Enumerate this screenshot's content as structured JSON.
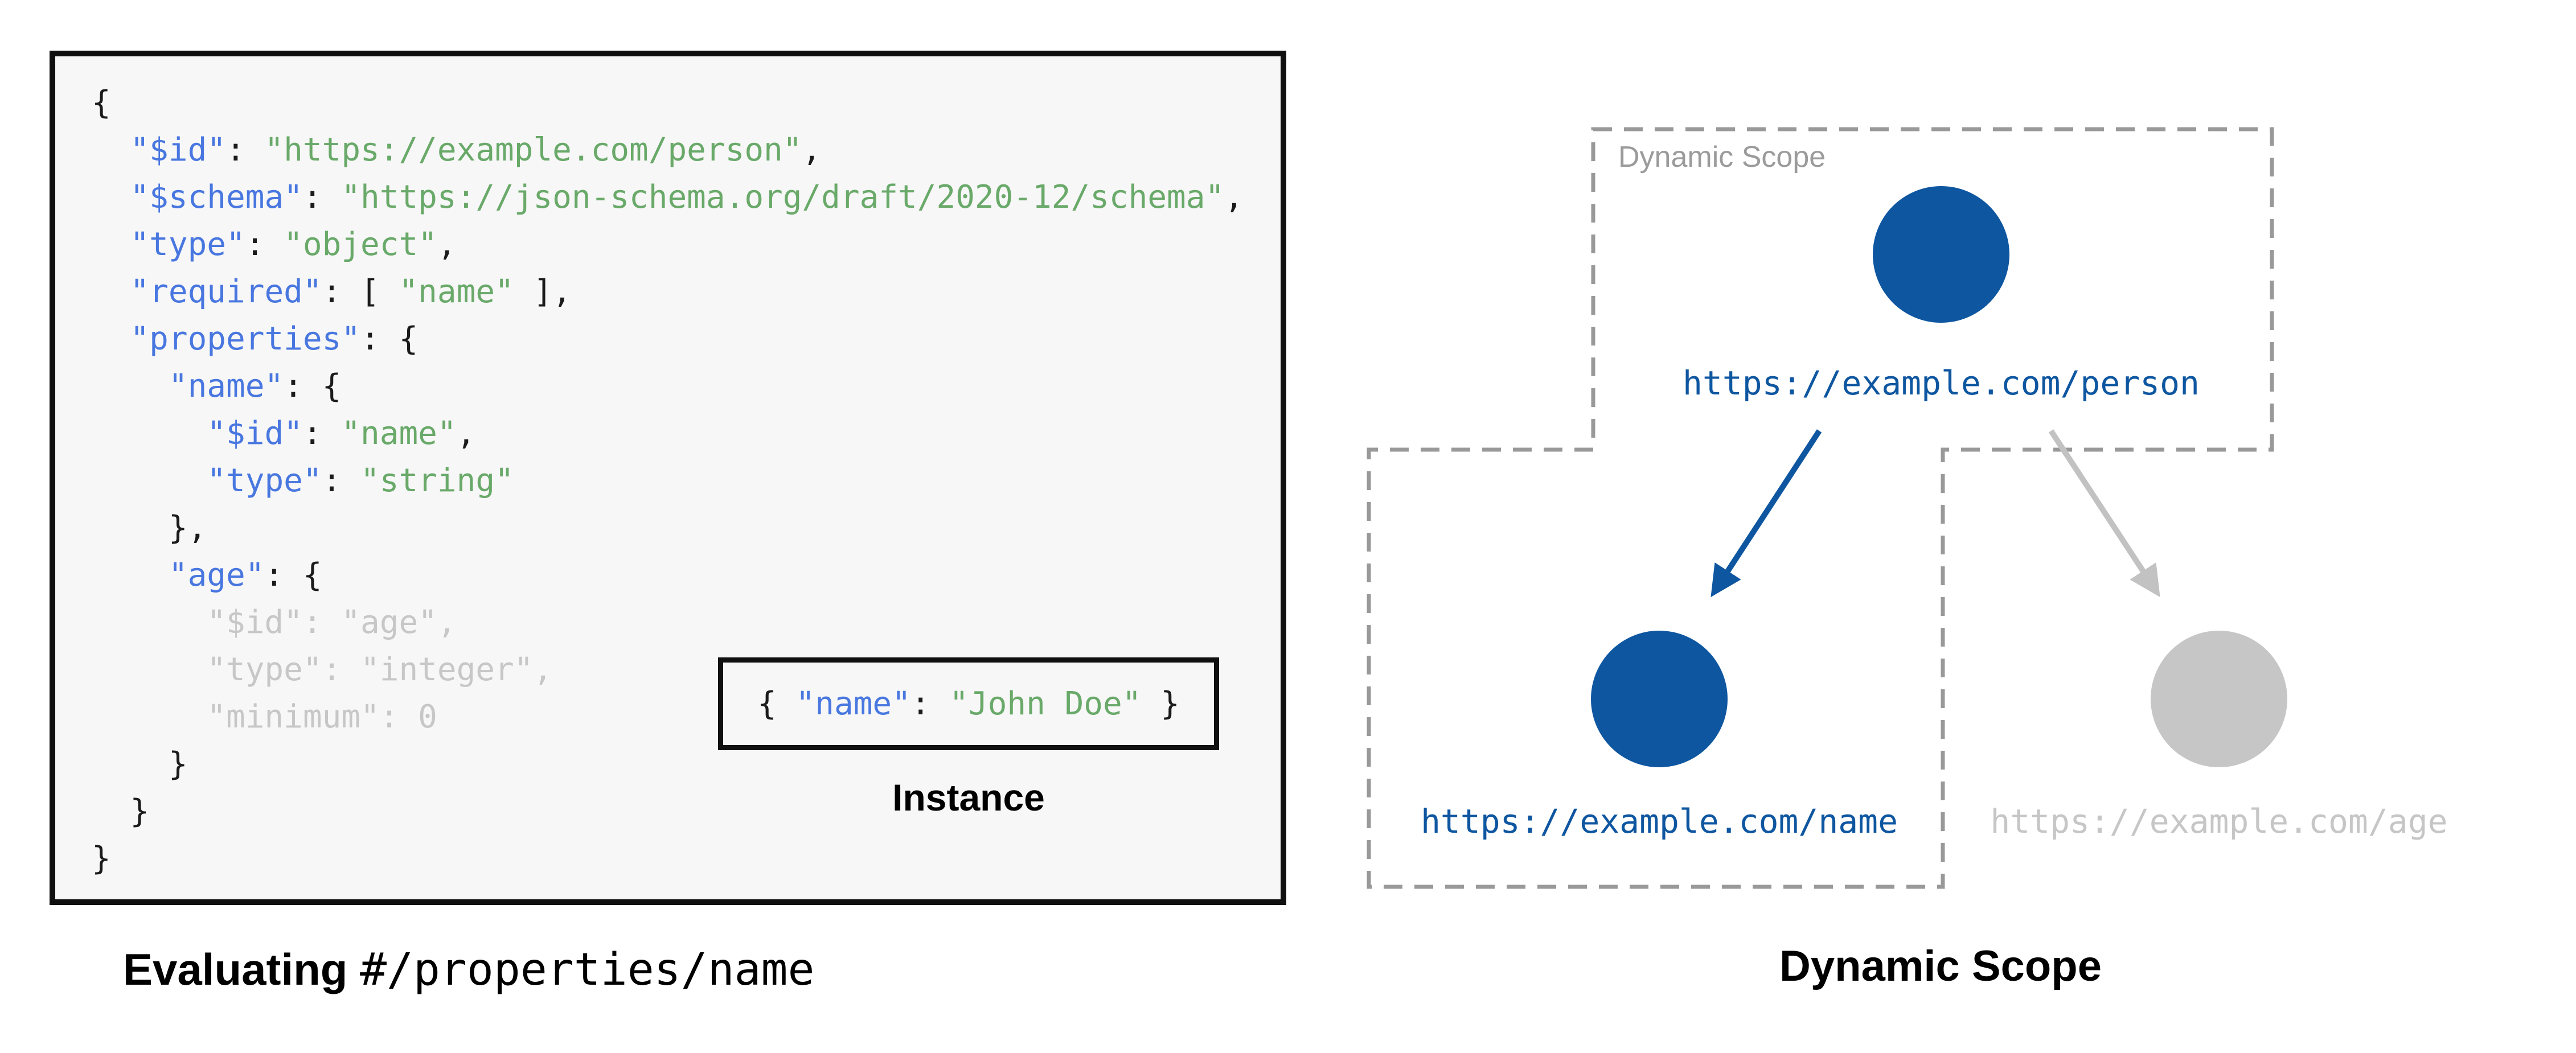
{
  "palette": {
    "background": "#ffffff",
    "panel_bg": "#f7f7f7",
    "panel_border": "#101010",
    "code_plain": "#1b1b1b",
    "code_key": "#4977e0",
    "code_string": "#69a969",
    "code_muted": "#c7c7c7",
    "scope_dash": "#999999",
    "scope_label": "#9b9b9b",
    "node_blue": "#0e56a0",
    "node_gray": "#c6c6c6",
    "arrow_blue": "#0e56a0",
    "arrow_gray": "#c2c2c2",
    "caption": "#000000"
  },
  "schema_panel": {
    "code_lines": [
      [
        {
          "c": "p",
          "t": "{"
        }
      ],
      [
        {
          "c": "p",
          "t": "  "
        },
        {
          "c": "k",
          "t": "\"$id\""
        },
        {
          "c": "p",
          "t": ": "
        },
        {
          "c": "s",
          "t": "\"https://example.com/person\""
        },
        {
          "c": "p",
          "t": ","
        }
      ],
      [
        {
          "c": "p",
          "t": "  "
        },
        {
          "c": "k",
          "t": "\"$schema\""
        },
        {
          "c": "p",
          "t": ": "
        },
        {
          "c": "s",
          "t": "\"https://json-schema.org/draft/2020-12/schema\""
        },
        {
          "c": "p",
          "t": ","
        }
      ],
      [
        {
          "c": "p",
          "t": "  "
        },
        {
          "c": "k",
          "t": "\"type\""
        },
        {
          "c": "p",
          "t": ": "
        },
        {
          "c": "s",
          "t": "\"object\""
        },
        {
          "c": "p",
          "t": ","
        }
      ],
      [
        {
          "c": "p",
          "t": "  "
        },
        {
          "c": "k",
          "t": "\"required\""
        },
        {
          "c": "p",
          "t": ": [ "
        },
        {
          "c": "s",
          "t": "\"name\""
        },
        {
          "c": "p",
          "t": " ],"
        }
      ],
      [
        {
          "c": "p",
          "t": "  "
        },
        {
          "c": "k",
          "t": "\"properties\""
        },
        {
          "c": "p",
          "t": ": {"
        }
      ],
      [
        {
          "c": "p",
          "t": "    "
        },
        {
          "c": "k",
          "t": "\"name\""
        },
        {
          "c": "p",
          "t": ": {"
        }
      ],
      [
        {
          "c": "p",
          "t": "      "
        },
        {
          "c": "k",
          "t": "\"$id\""
        },
        {
          "c": "p",
          "t": ": "
        },
        {
          "c": "s",
          "t": "\"name\""
        },
        {
          "c": "p",
          "t": ","
        }
      ],
      [
        {
          "c": "p",
          "t": "      "
        },
        {
          "c": "k",
          "t": "\"type\""
        },
        {
          "c": "p",
          "t": ": "
        },
        {
          "c": "s",
          "t": "\"string\""
        }
      ],
      [
        {
          "c": "p",
          "t": "    },"
        }
      ],
      [
        {
          "c": "p",
          "t": "    "
        },
        {
          "c": "k",
          "t": "\"age\""
        },
        {
          "c": "p",
          "t": ": {"
        }
      ],
      [
        {
          "c": "m",
          "t": "      \"$id\": \"age\","
        }
      ],
      [
        {
          "c": "m",
          "t": "      \"type\": \"integer\","
        }
      ],
      [
        {
          "c": "m",
          "t": "      \"minimum\": 0"
        }
      ],
      [
        {
          "c": "p",
          "t": "    }"
        }
      ],
      [
        {
          "c": "p",
          "t": "  }"
        }
      ],
      [
        {
          "c": "p",
          "t": "}"
        }
      ]
    ],
    "instance": {
      "tokens": [
        {
          "c": "p",
          "t": "{ "
        },
        {
          "c": "k",
          "t": "\"name\""
        },
        {
          "c": "p",
          "t": ": "
        },
        {
          "c": "s",
          "t": "\"John Doe\""
        },
        {
          "c": "p",
          "t": " }"
        }
      ],
      "label": "Instance"
    },
    "caption": {
      "bold": "Evaluating",
      "separator": " ",
      "mono": "#/properties/name"
    }
  },
  "scope_diagram": {
    "scope_label": "Dynamic Scope",
    "caption": "Dynamic Scope",
    "nodes": [
      {
        "id": "person",
        "url": "https://example.com/person",
        "state": "in-scope"
      },
      {
        "id": "name",
        "url": "https://example.com/name",
        "state": "in-scope"
      },
      {
        "id": "age",
        "url": "https://example.com/age",
        "state": "out-of-scope"
      }
    ]
  }
}
